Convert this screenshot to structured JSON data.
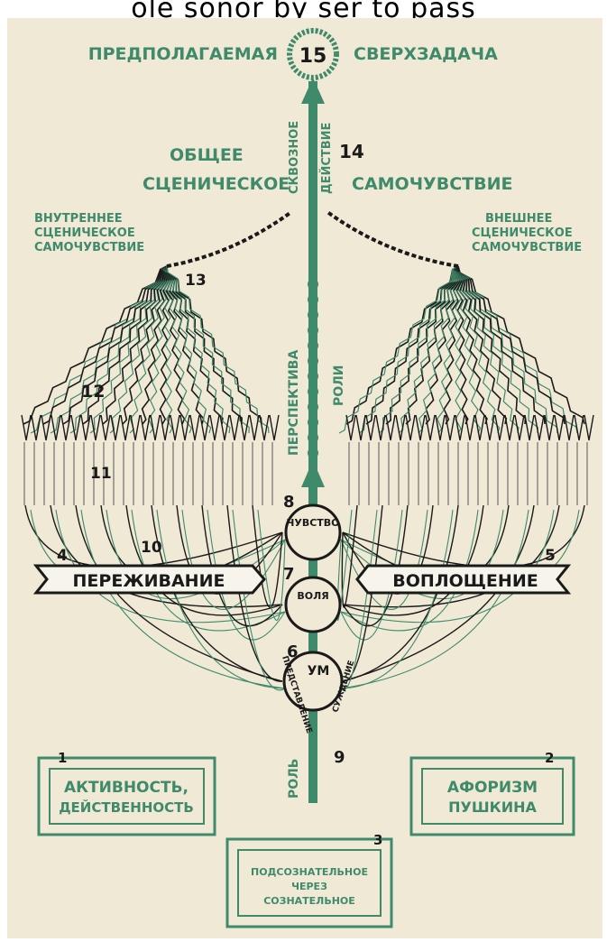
{
  "caption_top": "ole sonor by ser to pass",
  "colors": {
    "paper": "#f0e9d6",
    "green": "#3f8a6a",
    "ink": "#1a1a1a"
  },
  "supertask": {
    "left": "ПРЕДПОЛАГАЕМАЯ",
    "right": "СВЕРХЗАДАЧА",
    "number": "15"
  },
  "through_action": {
    "word1": "СКВОЗНОЕ",
    "word2": "ДЕЙСТВИЕ",
    "number": "14"
  },
  "general": {
    "line1": "ОБЩЕЕ",
    "line2": "СЦЕНИЧЕСКОЕ",
    "line3": "САМОЧУВСТВИЕ"
  },
  "inner_state": {
    "line1": "ВНУТРЕННЕЕ",
    "line2": "СЦЕНИЧЕСКОЕ",
    "line3": "САМОЧУВСТВИЕ",
    "number": "13"
  },
  "outer_state": {
    "line1": "ВНЕШНЕЕ",
    "line2": "СЦЕНИЧЕСКОЕ",
    "line3": "САМОЧУВСТВИЕ"
  },
  "elements_number": "12",
  "base_number": "11",
  "perspective": {
    "word1": "ПЕРСПЕКТИВА",
    "word2": "РОЛИ"
  },
  "feeling": {
    "label": "ЧУВСТВО",
    "number": "8"
  },
  "will": {
    "label": "ВОЛЯ",
    "number": "7"
  },
  "mind": {
    "label": "УМ",
    "number": "6",
    "left_arc": "ПРЕДСТАВЛЕНИЕ",
    "right_arc": "СУЖДЕНИЕ"
  },
  "lines_number": "10",
  "experience": {
    "label": "ПЕРЕЖИВАНИЕ",
    "number": "4"
  },
  "embodiment": {
    "label": "ВОПЛОЩЕНИЕ",
    "number": "5"
  },
  "role": {
    "label": "РОЛЬ",
    "number": "9"
  },
  "box1": {
    "number": "1",
    "line1": "АКТИВНОСТЬ,",
    "line2": "ДЕЙСТВЕННОСТЬ"
  },
  "box2": {
    "number": "2",
    "line1": "АФОРИЗМ",
    "line2": "ПУШКИНА"
  },
  "box3": {
    "number": "3",
    "line1": "ПОДСОЗНАТЕЛЬНОЕ",
    "line2": "ЧЕРЕЗ",
    "line3": "СОЗНАТЕЛЬНОЕ"
  }
}
